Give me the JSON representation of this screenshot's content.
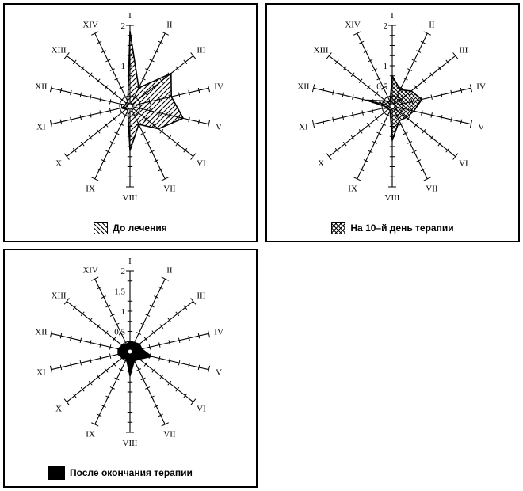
{
  "chart_data": [
    {
      "type": "radar",
      "axes": [
        "I",
        "II",
        "III",
        "IV",
        "V",
        "VI",
        "VII",
        "VIII",
        "IX",
        "X",
        "XI",
        "XII",
        "XIII",
        "XIV"
      ],
      "ticks": [
        "2",
        "1",
        "0"
      ],
      "rlim": [
        0,
        2
      ],
      "values": [
        1.85,
        0.5,
        1.3,
        1.05,
        1.35,
        0.9,
        0.5,
        1.1,
        0.12,
        0.12,
        0.2,
        0.12,
        0.12,
        0.12
      ],
      "fill": "hatch",
      "legend": "До лечения"
    },
    {
      "type": "radar",
      "axes": [
        "I",
        "II",
        "III",
        "IV",
        "V",
        "VI",
        "VII",
        "VIII",
        "IX",
        "X",
        "XI",
        "XII",
        "XIII",
        "XIV"
      ],
      "ticks": [
        "2",
        "1",
        "0,5",
        "0"
      ],
      "rlim": [
        0,
        2
      ],
      "values": [
        0.75,
        0.45,
        0.6,
        0.75,
        0.55,
        0.45,
        0.4,
        0.85,
        0.12,
        0.12,
        0.12,
        0.65,
        0.2,
        0.12
      ],
      "fill": "crosshatch",
      "legend": "На 10–й день терапии"
    },
    {
      "type": "radar",
      "axes": [
        "I",
        "II",
        "III",
        "IV",
        "V",
        "VI",
        "VII",
        "VIII",
        "IX",
        "X",
        "XI",
        "XII",
        "XIII",
        "XIV"
      ],
      "ticks": [
        "2",
        "1,5",
        "1",
        "0,5"
      ],
      "rlim": [
        0,
        2
      ],
      "values": [
        0.25,
        0.25,
        0.3,
        0.3,
        0.55,
        0.3,
        0.25,
        0.6,
        0.2,
        0.25,
        0.3,
        0.3,
        0.25,
        0.2
      ],
      "fill": "solid",
      "legend": "После окончания терапии"
    }
  ],
  "colors": {
    "ink": "#000000",
    "paper": "#ffffff"
  }
}
